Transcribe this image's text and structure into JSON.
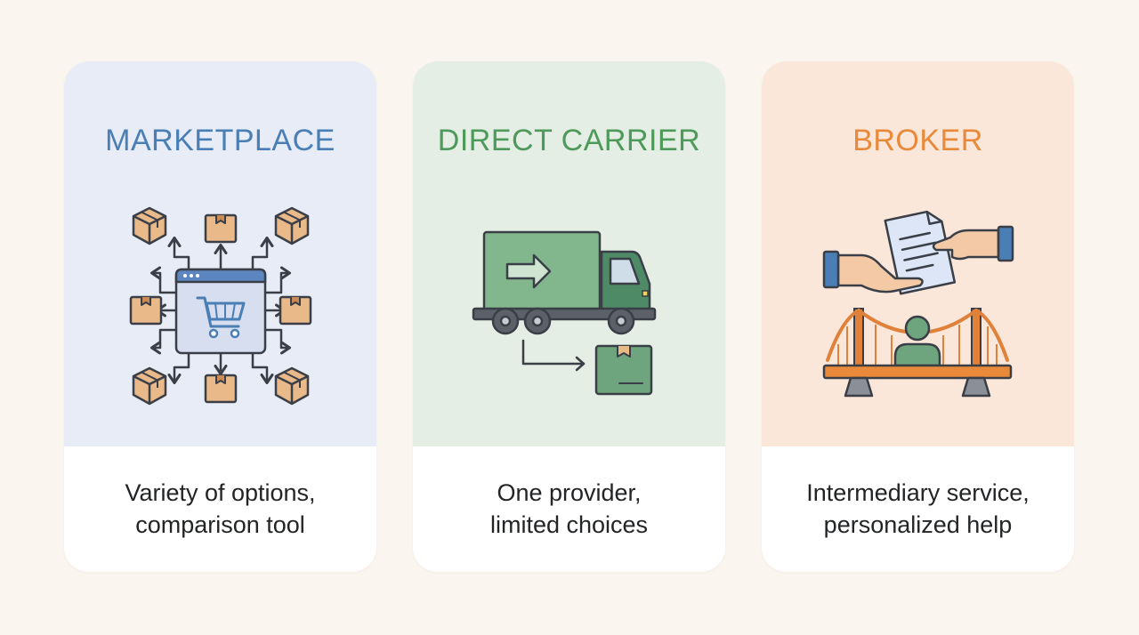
{
  "cards": [
    {
      "title": "MARKETPLACE",
      "desc_line1": "Variety of options,",
      "desc_line2": "comparison tool",
      "icon": "marketplace-network-icon",
      "bg": "#e8ecf7",
      "accent": "#4a7fb5"
    },
    {
      "title": "DIRECT CARRIER",
      "desc_line1": "One provider,",
      "desc_line2": "limited choices",
      "icon": "delivery-truck-icon",
      "bg": "#e4eee4",
      "accent": "#4e9a5a"
    },
    {
      "title": "BROKER",
      "desc_line1": "Intermediary service,",
      "desc_line2": "personalized help",
      "icon": "handshake-bridge-icon",
      "bg": "#fbe6da",
      "accent": "#e88a3a"
    }
  ]
}
